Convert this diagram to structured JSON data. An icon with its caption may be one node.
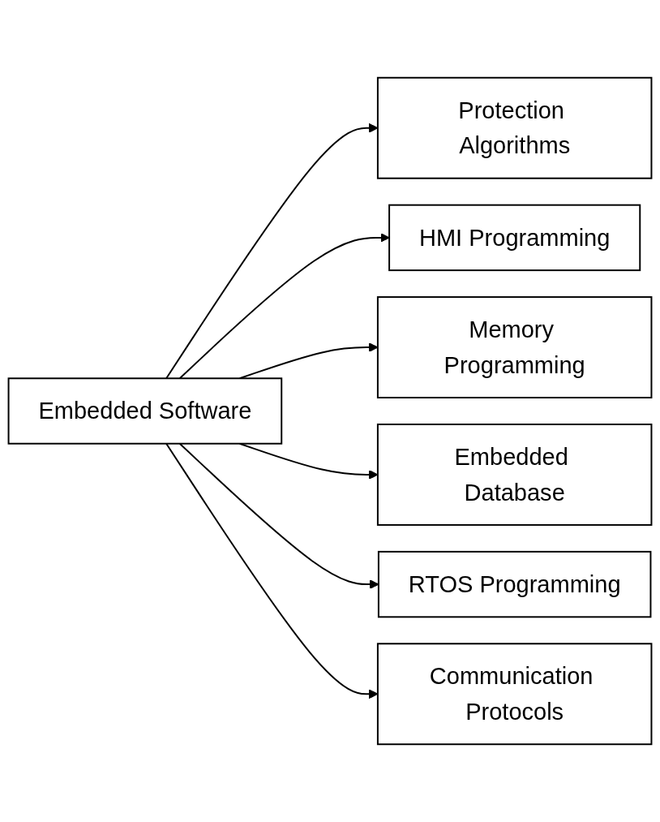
{
  "diagram": {
    "nodes": [
      {
        "text": [
          "Embedded Software"
        ]
      },
      {
        "text": [
          "Protection Algorithms"
        ]
      },
      {
        "text": [
          "HMI Programming"
        ]
      },
      {
        "text": [
          "Memory Programming"
        ]
      },
      {
        "text": [
          "Embedded Database"
        ]
      },
      {
        "text": [
          "RTOS Programming"
        ]
      },
      {
        "text": [
          "Communication Protocols"
        ]
      }
    ],
    "edges": [
      {
        "from": 0,
        "to": 1,
        "arrow": "to"
      },
      {
        "from": 0,
        "to": 2,
        "arrow": "to"
      },
      {
        "from": 0,
        "to": 3,
        "arrow": "to"
      },
      {
        "from": 0,
        "to": 4,
        "arrow": "to"
      },
      {
        "from": 0,
        "to": 5,
        "arrow": "to"
      },
      {
        "from": 0,
        "to": 6,
        "arrow": "to"
      }
    ]
  }
}
